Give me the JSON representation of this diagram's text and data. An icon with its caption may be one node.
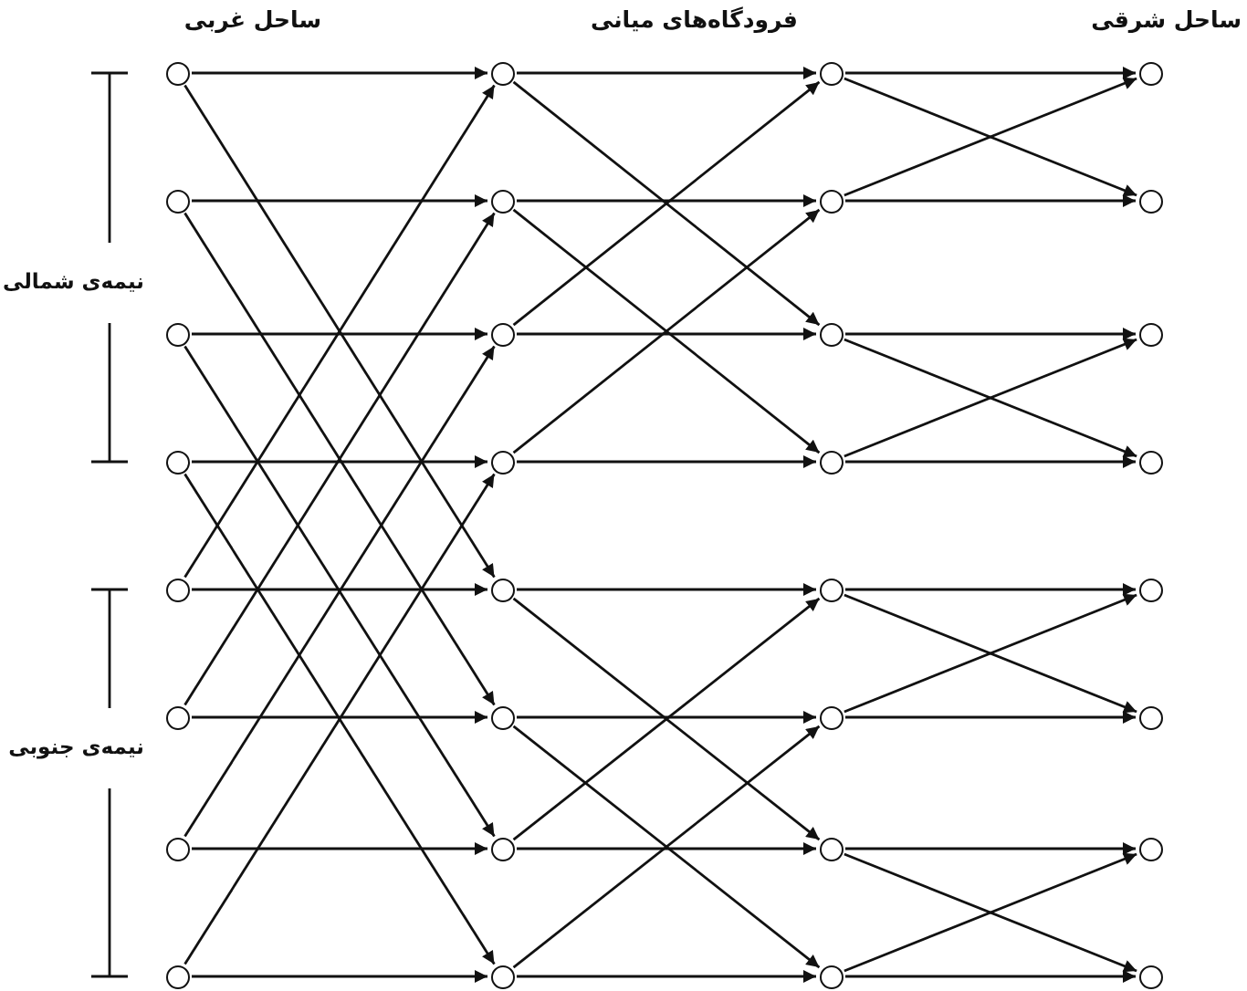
{
  "diagram": {
    "nodes": [
      {
        "text": [],
        "shape": "circle"
      },
      {
        "text": [],
        "shape": "circle"
      },
      {
        "text": [],
        "shape": "circle"
      },
      {
        "text": [],
        "shape": "circle"
      },
      {
        "text": [],
        "shape": "circle"
      },
      {
        "text": [],
        "shape": "circle"
      },
      {
        "text": [],
        "shape": "circle"
      },
      {
        "text": [],
        "shape": "circle"
      },
      {
        "text": [],
        "shape": "circle"
      },
      {
        "text": [],
        "shape": "circle"
      },
      {
        "text": [],
        "shape": "circle"
      },
      {
        "text": [],
        "shape": "circle"
      },
      {
        "text": [],
        "shape": "circle"
      },
      {
        "text": [],
        "shape": "circle"
      },
      {
        "text": [],
        "shape": "circle"
      },
      {
        "text": [],
        "shape": "circle"
      },
      {
        "text": [],
        "shape": "circle"
      },
      {
        "text": [],
        "shape": "circle"
      },
      {
        "text": [],
        "shape": "circle"
      },
      {
        "text": [],
        "shape": "circle"
      },
      {
        "text": [],
        "shape": "circle"
      },
      {
        "text": [],
        "shape": "circle"
      },
      {
        "text": [],
        "shape": "circle"
      },
      {
        "text": [],
        "shape": "circle"
      },
      {
        "text": [],
        "shape": "circle"
      },
      {
        "text": [],
        "shape": "circle"
      },
      {
        "text": [],
        "shape": "circle"
      },
      {
        "text": [],
        "shape": "circle"
      },
      {
        "text": [],
        "shape": "circle"
      },
      {
        "text": [],
        "shape": "circle"
      },
      {
        "text": [],
        "shape": "circle"
      },
      {
        "text": [],
        "shape": "circle"
      }
    ],
    "edges": [
      {
        "from": 0,
        "to": 8,
        "arrow": "to"
      },
      {
        "from": 0,
        "to": 12,
        "arrow": "to"
      },
      {
        "from": 1,
        "to": 9,
        "arrow": "to"
      },
      {
        "from": 1,
        "to": 13,
        "arrow": "to"
      },
      {
        "from": 2,
        "to": 10,
        "arrow": "to"
      },
      {
        "from": 2,
        "to": 14,
        "arrow": "to"
      },
      {
        "from": 3,
        "to": 11,
        "arrow": "to"
      },
      {
        "from": 3,
        "to": 15,
        "arrow": "to"
      },
      {
        "from": 4,
        "to": 12,
        "arrow": "to"
      },
      {
        "from": 4,
        "to": 8,
        "arrow": "to"
      },
      {
        "from": 5,
        "to": 13,
        "arrow": "to"
      },
      {
        "from": 5,
        "to": 9,
        "arrow": "to"
      },
      {
        "from": 6,
        "to": 14,
        "arrow": "to"
      },
      {
        "from": 6,
        "to": 10,
        "arrow": "to"
      },
      {
        "from": 7,
        "to": 15,
        "arrow": "to"
      },
      {
        "from": 7,
        "to": 11,
        "arrow": "to"
      },
      {
        "from": 8,
        "to": 16,
        "arrow": "to"
      },
      {
        "from": 8,
        "to": 18,
        "arrow": "to"
      },
      {
        "from": 9,
        "to": 17,
        "arrow": "to"
      },
      {
        "from": 9,
        "to": 19,
        "arrow": "to"
      },
      {
        "from": 10,
        "to": 18,
        "arrow": "to"
      },
      {
        "from": 10,
        "to": 16,
        "arrow": "to"
      },
      {
        "from": 11,
        "to": 19,
        "arrow": "to"
      },
      {
        "from": 11,
        "to": 17,
        "arrow": "to"
      },
      {
        "from": 12,
        "to": 20,
        "arrow": "to"
      },
      {
        "from": 12,
        "to": 22,
        "arrow": "to"
      },
      {
        "from": 13,
        "to": 21,
        "arrow": "to"
      },
      {
        "from": 13,
        "to": 23,
        "arrow": "to"
      },
      {
        "from": 14,
        "to": 22,
        "arrow": "to"
      },
      {
        "from": 14,
        "to": 20,
        "arrow": "to"
      },
      {
        "from": 15,
        "to": 23,
        "arrow": "to"
      },
      {
        "from": 15,
        "to": 21,
        "arrow": "to"
      },
      {
        "from": 16,
        "to": 24,
        "arrow": "to"
      },
      {
        "from": 16,
        "to": 25,
        "arrow": "to"
      },
      {
        "from": 17,
        "to": 25,
        "arrow": "to"
      },
      {
        "from": 17,
        "to": 24,
        "arrow": "to"
      },
      {
        "from": 18,
        "to": 26,
        "arrow": "to"
      },
      {
        "from": 18,
        "to": 27,
        "arrow": "to"
      },
      {
        "from": 19,
        "to": 27,
        "arrow": "to"
      },
      {
        "from": 19,
        "to": 26,
        "arrow": "to"
      },
      {
        "from": 20,
        "to": 28,
        "arrow": "to"
      },
      {
        "from": 20,
        "to": 29,
        "arrow": "to"
      },
      {
        "from": 21,
        "to": 29,
        "arrow": "to"
      },
      {
        "from": 21,
        "to": 28,
        "arrow": "to"
      },
      {
        "from": 22,
        "to": 30,
        "arrow": "to"
      },
      {
        "from": 22,
        "to": 31,
        "arrow": "to"
      },
      {
        "from": 23,
        "to": 31,
        "arrow": "to"
      },
      {
        "from": 23,
        "to": 30,
        "arrow": "to"
      }
    ],
    "labels": [
      "ساحل غربی",
      "فرودگاه‌های میانی",
      "ساحل شرقی",
      "نیمه‌ی شمالی",
      "نیمه‌ی جنوبی"
    ]
  }
}
